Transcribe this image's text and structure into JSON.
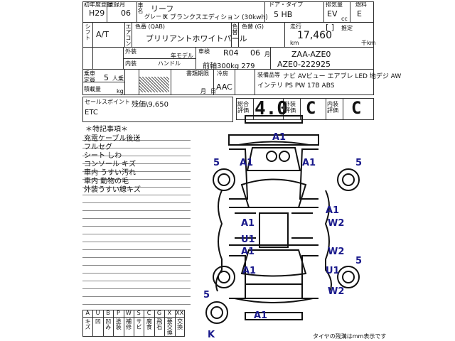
{
  "header": {
    "year_label": "初年度登録",
    "year_value": "H29",
    "month_value": "06",
    "reg_label": "登録月",
    "car_name_label": "車名",
    "car_name": "リーフ",
    "grade_label": "グレード",
    "grade": "X ブランクスエディション (30kwh)",
    "door_type_label": "ドア・タイプ",
    "door_type": "5 HB",
    "displacement_label": "排気量",
    "displacement": "EV",
    "cc": "cc",
    "fuel_label": "燃料",
    "fuel": "E"
  },
  "row2": {
    "shift_label": "シフト",
    "shift": "A/T",
    "ac_label": "エアコン",
    "color_label": "色番 (QAB)",
    "color": "ブリリアントホワイトパール",
    "orig_color_label": "色替 (G)",
    "mileage_label": "走行",
    "mileage": "17,460",
    "km": "km",
    "estimate_label": "推定",
    "mile": "千km"
  },
  "row3": {
    "exterior_label": "外装",
    "model_year_label": "年モデル",
    "inspection_label": "車検",
    "inspection_value": "R04",
    "inspection_month": "06",
    "month_char": "月",
    "model_code": "ZAA-AZE0",
    "interior_label": "内装",
    "handle_label": "ハンドル",
    "front_axle": "前軸300kg 279",
    "chassis": "AZE0-222925"
  },
  "row4": {
    "capacity_label": "乗車定員",
    "capacity": "5",
    "capacity_unit": "人乗",
    "load_label": "積載量",
    "load_unit": "kg",
    "recycle_label": "書類期限",
    "month_unit": "月",
    "day_unit": "日",
    "ac_label": "冷房",
    "ac": "AAC",
    "equip_label": "装備品等",
    "equip_line1": "ナビ AVビュー エアブレ LED 地デジ AW",
    "equip_line2": "インテリ PS PW 17B ABS"
  },
  "sales": {
    "label": "セールスポイント",
    "price": "残価\\9,650",
    "item": "ETC"
  },
  "grades": {
    "total_label": "総合評価",
    "total": "4.0",
    "exterior_label": "外装評価",
    "exterior": "C",
    "interior_label": "内装評価",
    "interior": "C"
  },
  "notes": {
    "title": "＊特記事項＊",
    "items": [
      "充電ケーブル後送",
      "フルセグ",
      "シート しわ",
      "コンソール キズ",
      "車内 うすい汚れ",
      "車内 動物の毛",
      "外装うすい線キズ"
    ]
  },
  "legend": {
    "codes": [
      "A",
      "U",
      "B",
      "P",
      "W",
      "S",
      "C",
      "G",
      "X",
      "XX"
    ],
    "meanings": [
      "キズ",
      "凹",
      "凹み",
      "塗装",
      "補修",
      "サビ",
      "腐食",
      "飛石",
      "要交換",
      "交換"
    ]
  },
  "marks": [
    "A1",
    "A1",
    "A1",
    "A1",
    "A1",
    "A1",
    "A1",
    "U1",
    "U1",
    "W2",
    "W2",
    "W2",
    "A1",
    "5",
    "5",
    "5",
    "5",
    "K"
  ],
  "footer": "タイヤの残溝はmm表示です"
}
